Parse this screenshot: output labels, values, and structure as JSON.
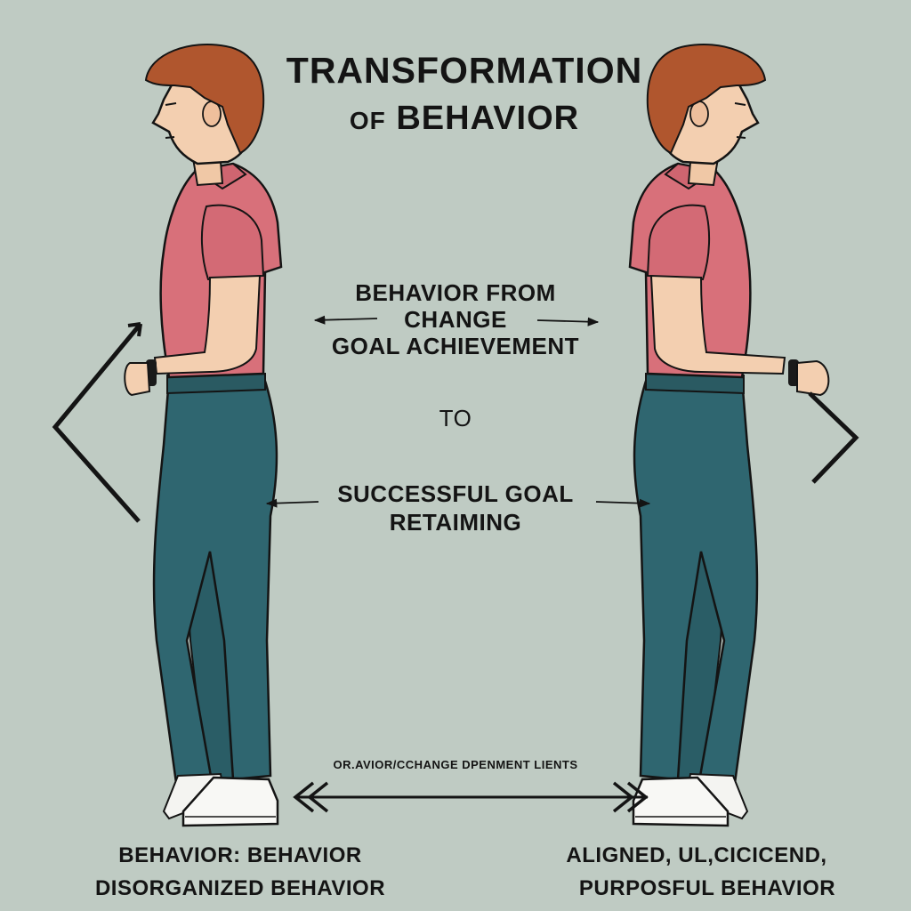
{
  "title": {
    "line1": "TRANSFORMATION",
    "of_word": "OF",
    "line2_rest": "BEHAVIOR"
  },
  "center": {
    "block1": [
      "BEHAVIOR FROM",
      "CHANGE",
      "GOAL ACHIEVEMENT"
    ],
    "to": "TO",
    "block2": [
      "SUCCESSFUL GOAL",
      "RETAIMING"
    ]
  },
  "bottom_center_label": "OR.AVIOR/CCHANGE DPENMENT LIENTS",
  "left_caption": {
    "line1": "BEHAVIOR: BEHAVIOR",
    "line2": "DISORGANIZED BEHAVIOR"
  },
  "right_caption": {
    "line1": "ALIGNED, UL,CICICEND,",
    "line2": "PURPOSFUL BEHAVIOR"
  },
  "colors": {
    "background": "#bfcbc3",
    "shirt": "#d8707a",
    "pants": "#2f6670",
    "skin": "#f3cfb0",
    "hair": "#b0562e",
    "ink": "#141414"
  }
}
